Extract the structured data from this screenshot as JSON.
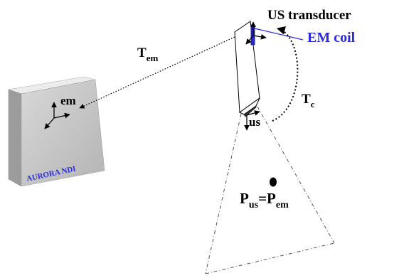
{
  "labels": {
    "us_transducer": "US transducer",
    "em_coil": "EM coil",
    "t_em_main": "T",
    "t_em_sub": "em",
    "t_c_main": "T",
    "t_c_sub": "c",
    "em_frame": "em",
    "us_frame": "us",
    "aurora": "AURORA NDI",
    "p_us_main": "P",
    "p_us_sub": "us",
    "equals": "=",
    "p_em_main": "P",
    "p_em_sub": "em"
  },
  "colors": {
    "coil_blue": "#2b2bd6",
    "box_face": "#c8c8c8",
    "box_side": "#9a9a9a",
    "box_top": "#e6e6e6",
    "ink": "#000000"
  }
}
